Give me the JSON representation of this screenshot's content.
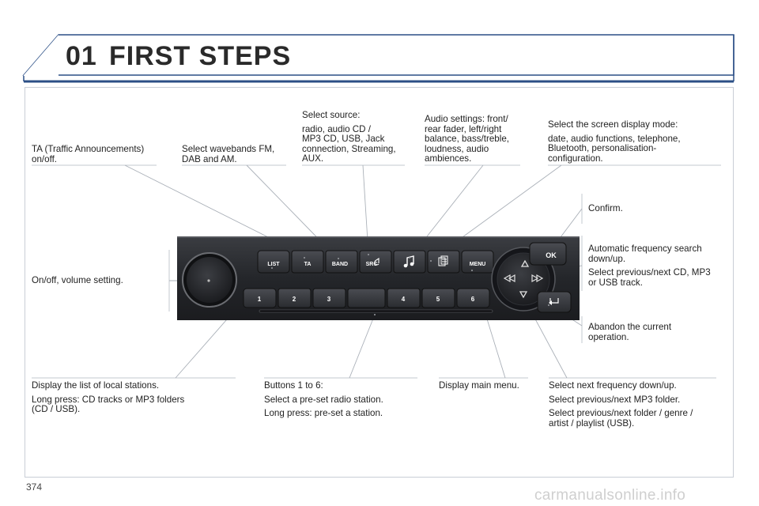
{
  "header": {
    "chapter_number": "01",
    "chapter_title": "FIRST STEPS"
  },
  "labels": {
    "ta": [
      "TA (Traffic Announcements)",
      "on/off."
    ],
    "band": [
      "Select wavebands FM,",
      "DAB and AM."
    ],
    "source_title": "Select source:",
    "source": [
      "radio, audio CD /",
      "MP3 CD, USB, Jack",
      "connection, Streaming,",
      "AUX."
    ],
    "audio": [
      "Audio settings: front/",
      "rear fader, left/right",
      "balance, bass/treble,",
      "loudness, audio",
      "ambiences."
    ],
    "display_title": "Select the screen display mode:",
    "display": [
      "date, audio functions, telephone,",
      "Bluetooth, personalisation-",
      "configuration."
    ],
    "confirm": "Confirm.",
    "search": [
      "Automatic frequency search",
      "down/up."
    ],
    "track": [
      "Select previous/next CD, MP3",
      "or USB track."
    ],
    "abandon": [
      "Abandon the current",
      "operation."
    ],
    "onoff": "On/off, volume setting.",
    "list_title": "Display the list of local stations.",
    "list": [
      "Long press: CD tracks or MP3 folders",
      "(CD / USB)."
    ],
    "buttons_title": "Buttons 1 to 6:",
    "buttons_1": "Select a pre-set radio station.",
    "buttons_2": "Long press: pre-set a station.",
    "menu": "Display main menu.",
    "freq_title": "Select next frequency down/up.",
    "freq_1": "Select previous/next MP3 folder.",
    "freq_2": [
      "Select previous/next folder / genre /",
      "artist / playlist (USB)."
    ]
  },
  "panel": {
    "top_buttons": [
      "LIST",
      "TA",
      "BAND",
      "SRC",
      "",
      "",
      "MENU"
    ],
    "preset_buttons": [
      "1",
      "2",
      "3",
      "",
      "4",
      "5",
      "6"
    ],
    "ok_label": "OK"
  },
  "footer": {
    "page_number": "374",
    "watermark": "carmanualsonline.info"
  },
  "colors": {
    "accent": "#2b4f86",
    "panel": "#2a2b2f",
    "rule": "#b8bfc8"
  }
}
